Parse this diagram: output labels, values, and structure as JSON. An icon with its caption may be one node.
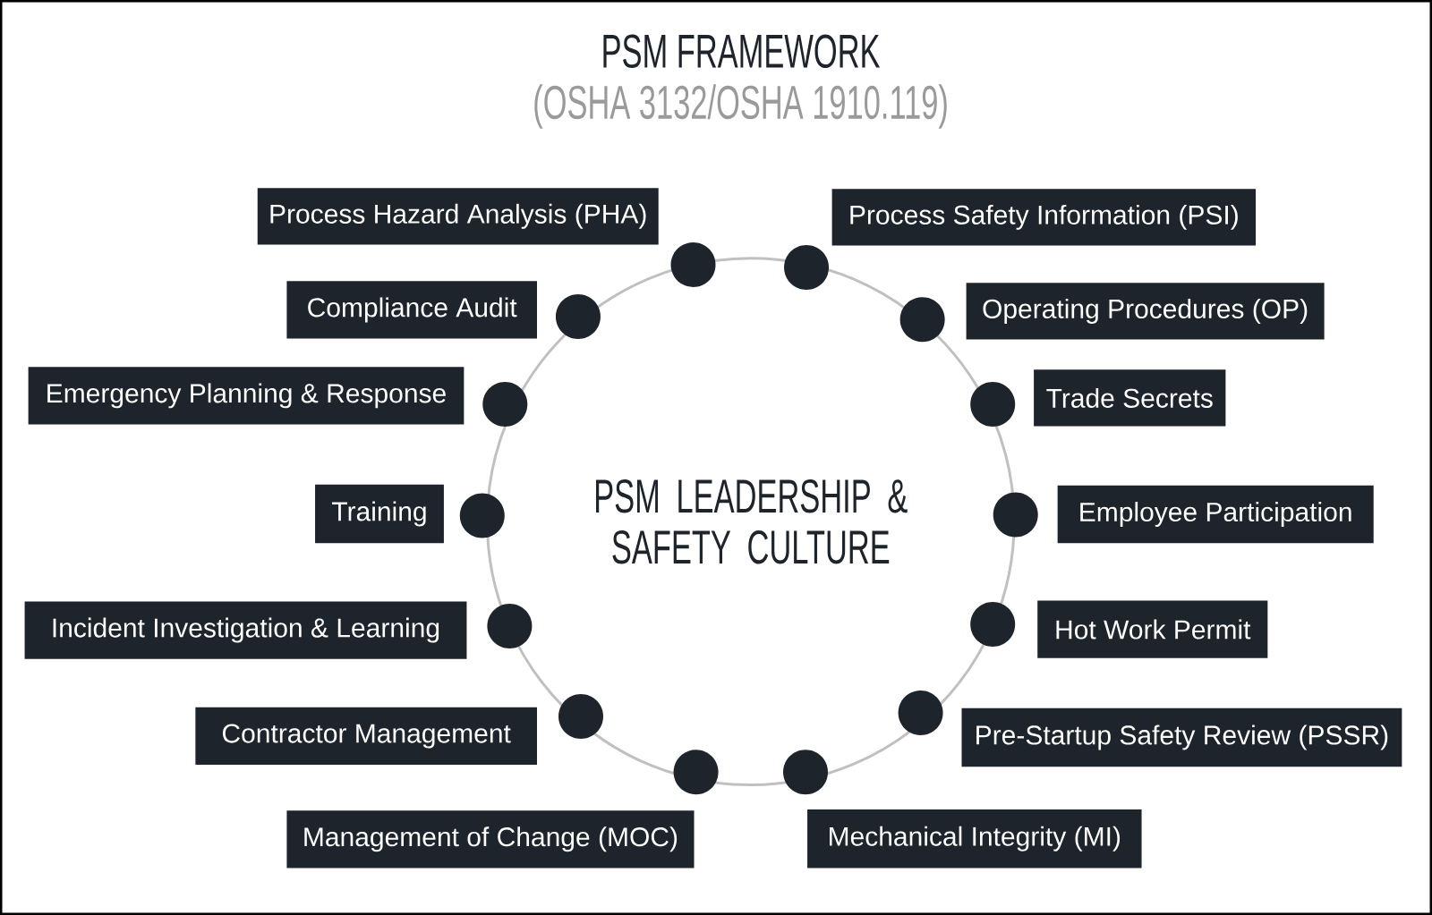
{
  "diagram": {
    "title": "PSM FRAMEWORK",
    "nodes": [
      {
        "text": [
          "Process Hazard Analysis (PHA)"
        ]
      },
      {
        "text": [
          "Process Safety Information (PSI)"
        ]
      },
      {
        "text": [
          "Compliance Audit"
        ]
      },
      {
        "text": [
          "Operating Procedures (OP)"
        ]
      },
      {
        "text": [
          "Emergency Planning & Response"
        ]
      },
      {
        "text": [
          "Trade Secrets"
        ]
      },
      {
        "text": [
          "PSM LEADERSHIP & SAFETY CULTURE"
        ]
      },
      {
        "text": [
          "Training"
        ]
      },
      {
        "text": [
          "Employee Participation"
        ]
      },
      {
        "text": [
          "Incident Investigation & Learning"
        ]
      },
      {
        "text": [
          "Hot Work Permit"
        ]
      },
      {
        "text": [
          "Contractor Management"
        ]
      },
      {
        "text": [
          "Pre-Startup Safety Review (PSSR)"
        ]
      },
      {
        "text": [
          "Management of Change (MOC)"
        ]
      },
      {
        "text": [
          "Mechanical Integrity (MI)"
        ]
      }
    ],
    "labels": [
      "(OSHA 3132/OSHA 1910.119)"
    ]
  }
}
